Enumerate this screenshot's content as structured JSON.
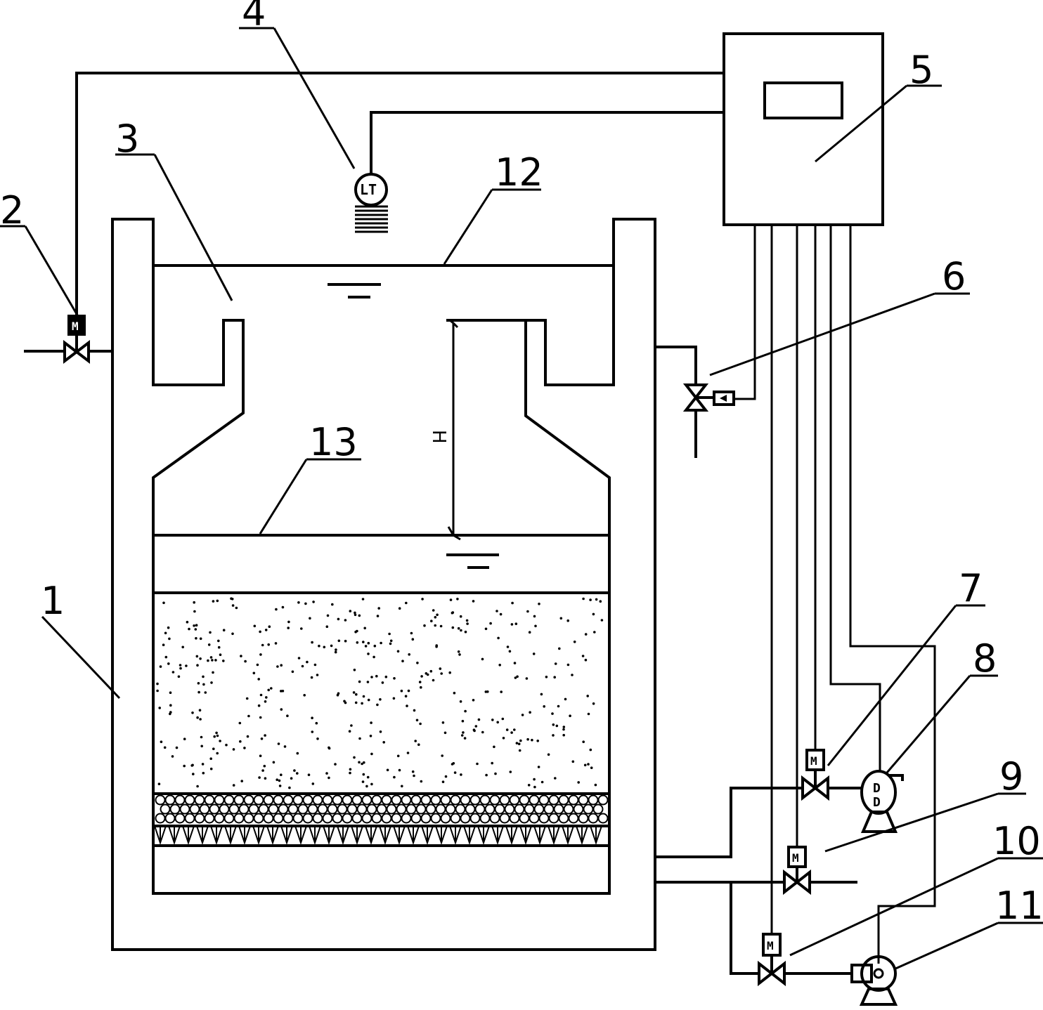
{
  "labels": {
    "tank": "1",
    "inlet_valve": "2",
    "trough": "3",
    "level_transmitter": "4",
    "controller": "5",
    "drain_valve": "6",
    "backwash_valve": "7",
    "backwash_pump": "8",
    "outlet_valve": "9",
    "air_valve": "10",
    "blower": "11",
    "max_water_level": "12",
    "filter_water_level": "13"
  },
  "symbols": {
    "motor": "M",
    "level_transmitter_tag": "LT",
    "height": "H"
  },
  "icons": [
    "motor-valve-icon",
    "level-sensor-icon",
    "pump-icon",
    "blower-icon",
    "solenoid-valve-icon",
    "water-level-icon"
  ]
}
